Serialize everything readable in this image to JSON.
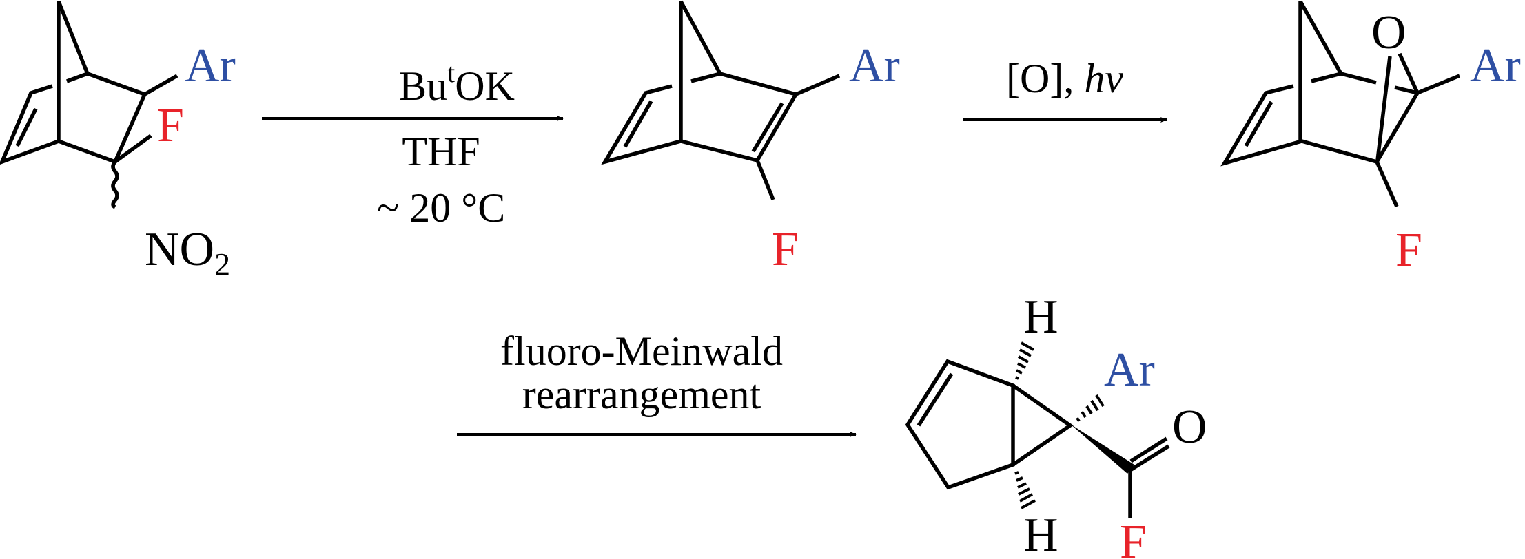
{
  "colors": {
    "aryl": "#2e4fa3",
    "fluorine": "#e8232a",
    "bond": "#000000"
  },
  "atoms": {
    "ar": "Ar",
    "f": "F",
    "n": "NO",
    "n_sub": "2",
    "o": "O",
    "h": "H"
  },
  "step1": {
    "base": "Bu",
    "base_sup": "t",
    "base_rest": "OK",
    "solvent": "THF",
    "temp": "~ 20 °C"
  },
  "step2": {
    "oxidant": "[O], ",
    "light": "hν"
  },
  "step3": {
    "line1": "fluoro-Meinwald",
    "line2": "rearrangement"
  }
}
